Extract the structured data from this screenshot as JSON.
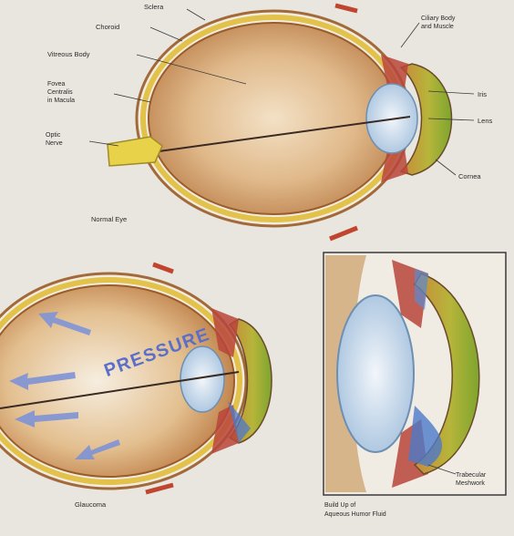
{
  "labels": {
    "sclera": "Sclera",
    "choroid": "Choroid",
    "vitreous_body": "Vitreous Body",
    "fovea_line1": "Fovea",
    "fovea_line2": "Centralis",
    "fovea_line3": "in Macula",
    "optic_line1": "Optic",
    "optic_line2": "Nerve",
    "ciliary_line1": "Ciliary Body",
    "ciliary_line2": "and Muscle",
    "iris": "Iris",
    "lens": "Lens",
    "cornea": "Cornea",
    "normal_eye": "Normal Eye",
    "pressure": "PRESSURE",
    "glaucoma": "Glaucoma",
    "trabecular_line1": "Trabecular",
    "trabecular_line2": "Meshwork",
    "buildup_line1": "Build Up of",
    "buildup_line2": "Aqueous Humor Fluid"
  },
  "colors": {
    "background": "#e9e6df",
    "sclera_yellow": "#e2c24a",
    "eye_interior": "#d8a56a",
    "pressure_text": "#5a6fc9",
    "pressure_arrows": "#7f93d6",
    "cornea_green": "#9fbf3a",
    "iris_red": "#b8453a",
    "lens_blue": "#c9dcec",
    "nerve_yellow": "#e7d24a"
  },
  "icons": {
    "pressure_arrow": "arrow-icon"
  }
}
